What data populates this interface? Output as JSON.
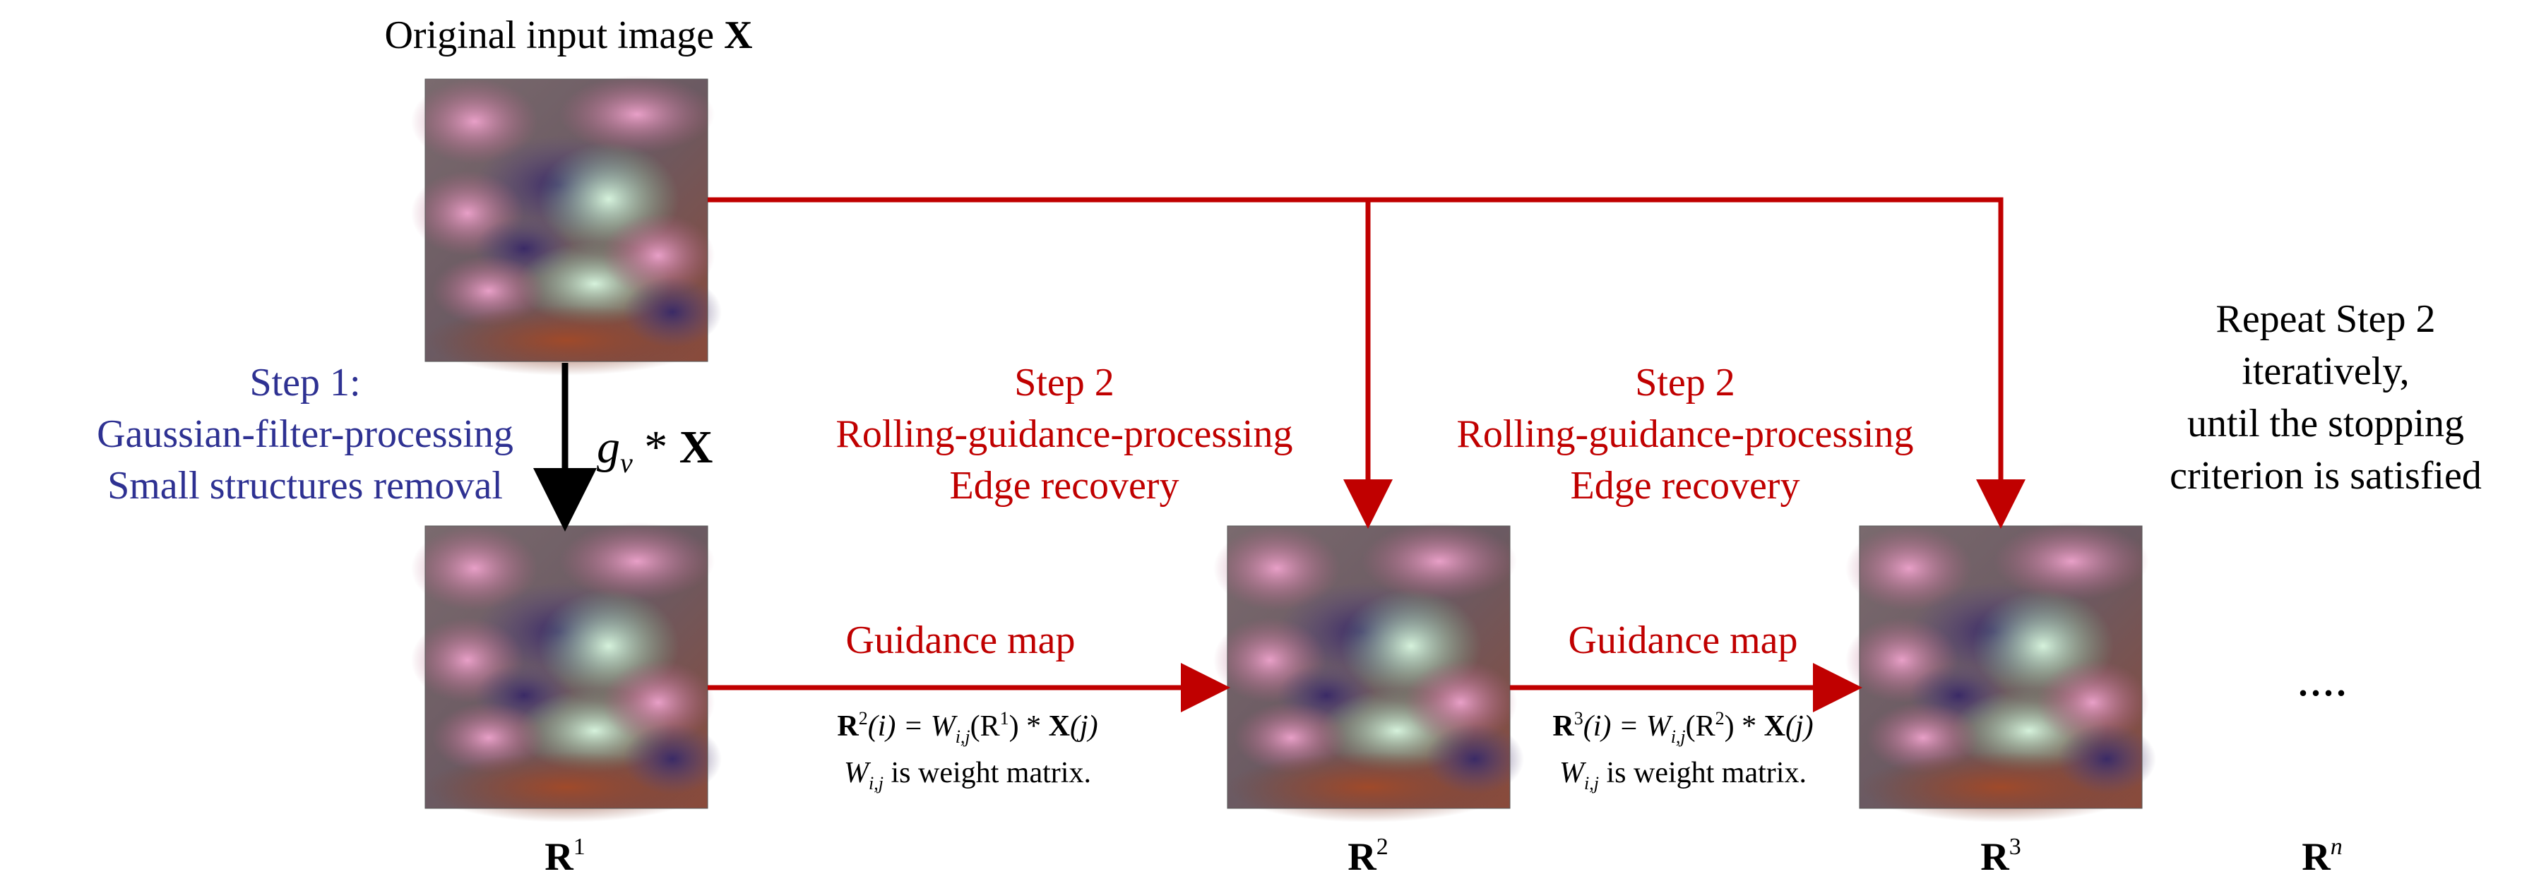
{
  "title": {
    "prefix": "Original input image ",
    "symbol": "X"
  },
  "step1": {
    "line1": "Step 1:",
    "line2": "Gaussian-filter-processing",
    "line3": "Small structures removal"
  },
  "op": {
    "g": "g",
    "sub": "v",
    "star": " * ",
    "X": "X"
  },
  "step2a": {
    "line1": "Step 2",
    "line2": "Rolling-guidance-processing",
    "line3": "Edge recovery"
  },
  "step2b": {
    "line1": "Step 2",
    "line2": "Rolling-guidance-processing",
    "line3": "Edge recovery"
  },
  "repeat": {
    "line1": "Repeat Step 2",
    "line2": "iteratively,",
    "line3": "until the stopping",
    "line4": "criterion is satisfied"
  },
  "guidance_a": "Guidance map",
  "guidance_b": "Guidance map",
  "eq1": {
    "lhs": "R",
    "lhs_sup": "2",
    "i": "(i) = ",
    "W": "W",
    "W_sub": "i,j",
    "arg": "(R",
    "arg_sup": "1",
    "arg_close": ")",
    "star": " * ",
    "X": "X",
    "j": "(j)"
  },
  "eq1_note": {
    "W": "W",
    "W_sub": "i,j",
    "rest": " is weight matrix."
  },
  "eq2": {
    "lhs": "R",
    "lhs_sup": "3",
    "i": "(i) = ",
    "W": "W",
    "W_sub": "i,j",
    "arg": "(R",
    "arg_sup": "2",
    "arg_close": ")",
    "star": " * ",
    "X": "X",
    "j": "(j)"
  },
  "eq2_note": {
    "W": "W",
    "W_sub": "i,j",
    "rest": " is weight matrix."
  },
  "labels": {
    "r1": {
      "base": "R",
      "sup": "1"
    },
    "r2": {
      "base": "R",
      "sup": "2"
    },
    "r3": {
      "base": "R",
      "sup": "3"
    },
    "rn": {
      "base": "R",
      "sup": "n"
    }
  },
  "ellipsis": "....",
  "colors": {
    "red": "#c00000",
    "blue": "#2e3192",
    "black": "#000000"
  }
}
